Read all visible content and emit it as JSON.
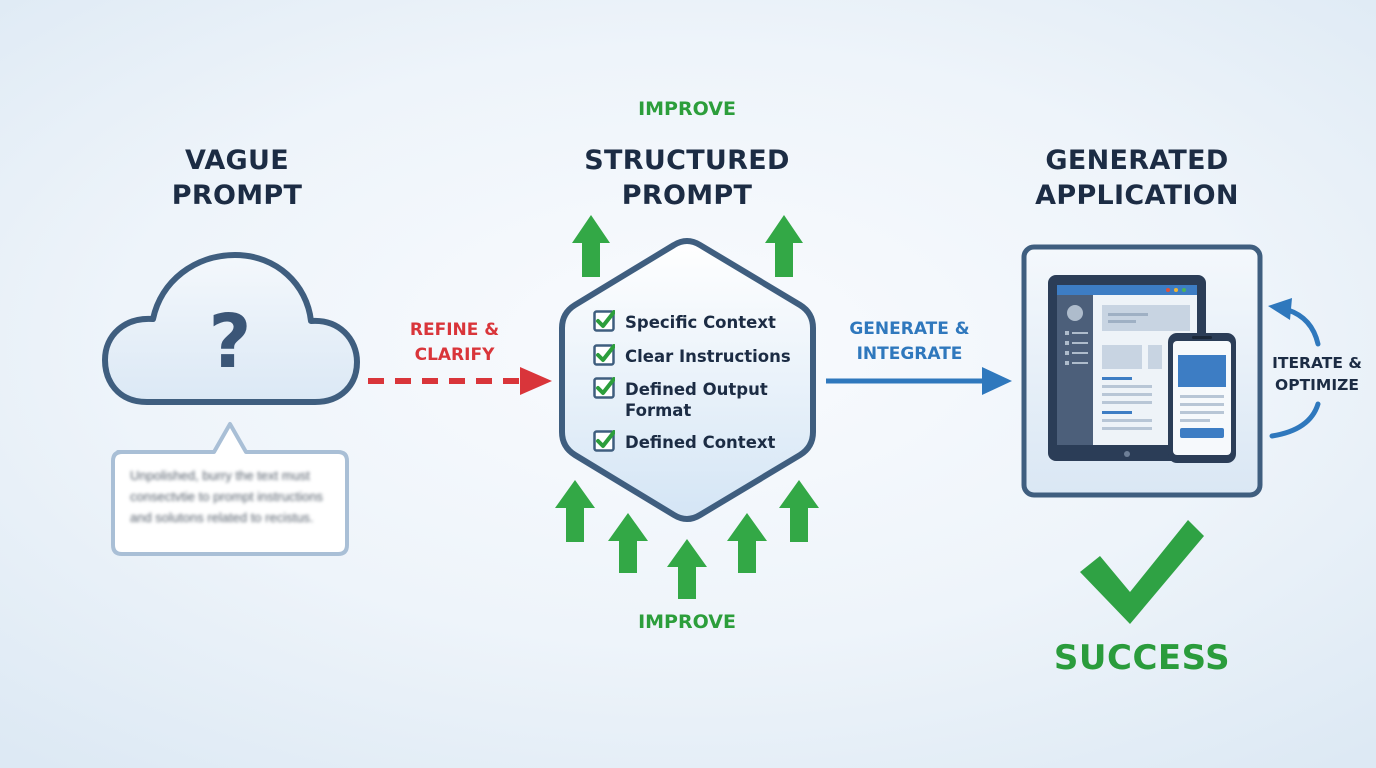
{
  "left": {
    "title": "VAGUE\nPROMPT",
    "note": "Unpolished, burry the text must consectvtie to prompt instructions and solutons related to recistus."
  },
  "arrow_refine": {
    "label": "REFINE &\nCLARIFY",
    "color": "#d9353a"
  },
  "center": {
    "title": "STRUCTURED\nPROMPT",
    "improve_top": "IMPROVE",
    "improve_bottom": "IMPROVE",
    "checklist": [
      "Specific Context",
      "Clear Instructions",
      "Defined Output\nFormat",
      "Defined Context"
    ]
  },
  "arrow_generate": {
    "label": "GENERATE &\nINTEGRATE",
    "color": "#2f78bd"
  },
  "right": {
    "title": "GENERATED\nAPPLICATION",
    "iterate_label": "ITERATE &\nOPTIMIZE",
    "success_label": "SUCCESS"
  },
  "colors": {
    "dark_text": "#1c2c44",
    "outline": "#3f5e7f",
    "green": "#2c9e3b",
    "red": "#d9353a",
    "blue": "#2f78bd"
  }
}
